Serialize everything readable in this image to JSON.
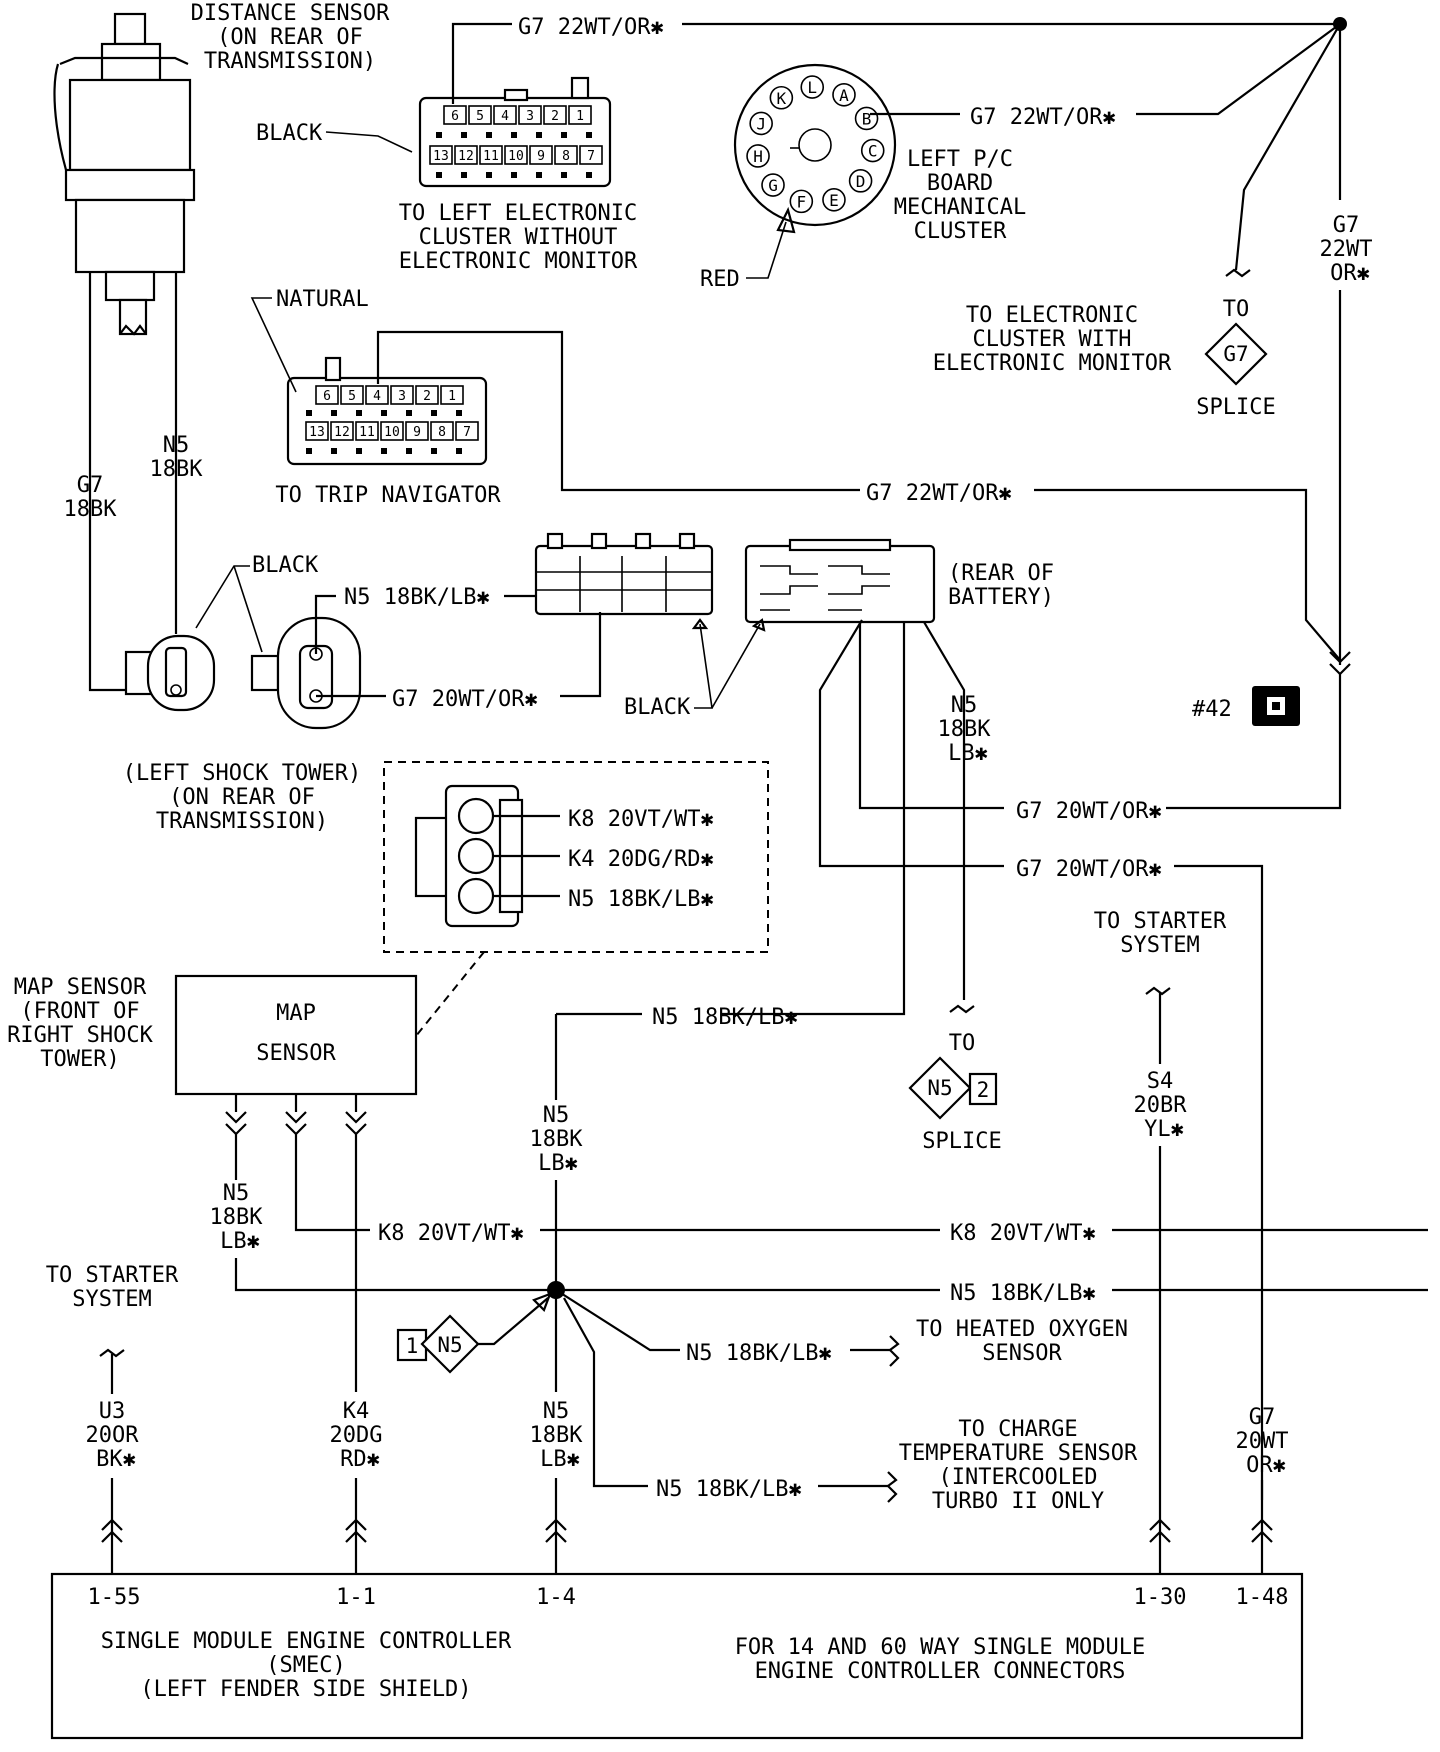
{
  "distance_sensor": {
    "line1": "DISTANCE SENSOR",
    "line2": "(ON REAR OF",
    "line3": "TRANSMISSION)"
  },
  "wire_g7_22wtor": "G7 22WT/OR✱",
  "black_label": "BLACK",
  "left_cluster": {
    "line1": "TO LEFT ELECTRONIC",
    "line2": "CLUSTER WITHOUT",
    "line3": "ELECTRONIC MONITOR"
  },
  "connector13_top_pins": [
    "6",
    "5",
    "4",
    "3",
    "2",
    "1"
  ],
  "connector13_bottom_pins": [
    "13",
    "12",
    "11",
    "10",
    "9",
    "8",
    "7"
  ],
  "round_pins": [
    "A",
    "B",
    "C",
    "D",
    "E",
    "F",
    "G",
    "H",
    "J",
    "K",
    "L"
  ],
  "pc_board": {
    "line1": "LEFT P/C",
    "line2": "BOARD",
    "line3": "MECHANICAL",
    "line4": "CLUSTER"
  },
  "red_label": "RED",
  "natural_label": "NATURAL",
  "trip_navigator": "TO TRIP NAVIGATOR",
  "electronic_cluster": {
    "line1": "TO ELECTRONIC",
    "line2": "CLUSTER WITH",
    "line3": "ELECTRONIC MONITOR"
  },
  "to_label": "TO",
  "splice_label": "SPLICE",
  "g7_badge": "G7",
  "n5_badge": "N5",
  "badge_num_2": "2",
  "badge_num_1": "1",
  "g7_vertical": {
    "line1": "G7",
    "line2": "22WT",
    "line3": "OR✱"
  },
  "n5_18bk_vert": {
    "line1": "N5",
    "line2": "18BK"
  },
  "g7_18bk_vert": {
    "line1": "G7",
    "line2": "18BK"
  },
  "n5_18bklb_vert": {
    "line1": "N5",
    "line2": "18BK",
    "line3": "LB✱"
  },
  "wire_n5_18bklb": "N5 18BK/LB✱",
  "wire_g7_20wtor": "G7 20WT/OR✱",
  "wire_k8_20vtwt": "K8 20VT/WT✱",
  "wire_k4_20dgrd": "K4 20DG/RD✱",
  "rear_of_battery": {
    "line1": "(REAR OF",
    "line2": "BATTERY)"
  },
  "badge_42": "#42",
  "left_shock_tower": {
    "line1": "(LEFT SHOCK TOWER)",
    "line2": "(ON REAR OF",
    "line3": "TRANSMISSION)"
  },
  "map_sensor_label": {
    "line1": "MAP SENSOR",
    "line2": "(FRONT OF",
    "line3": "RIGHT SHOCK",
    "line4": "TOWER)"
  },
  "map_sensor_box": {
    "line1": "MAP",
    "line2": "SENSOR"
  },
  "to_starter_system": {
    "line1": "TO STARTER",
    "line2": "SYSTEM"
  },
  "s4_vert": {
    "line1": "S4",
    "line2": "20BR",
    "line3": "YL✱"
  },
  "to_heated_oxygen": {
    "line1": "TO HEATED OXYGEN",
    "line2": "SENSOR"
  },
  "to_charge_temp": {
    "line1": "TO CHARGE",
    "line2": "TEMPERATURE SENSOR",
    "line3": "(INTERCOOLED",
    "line4": "TURBO II ONLY"
  },
  "u3_vert": {
    "line1": "U3",
    "line2": "20OR",
    "line3": "BK✱"
  },
  "k4_vert": {
    "line1": "K4",
    "line2": "20DG",
    "line3": "RD✱"
  },
  "g7_20wtor_vert": {
    "line1": "G7",
    "line2": "20WT",
    "line3": "OR✱"
  },
  "smec_pins": {
    "p155": "1-55",
    "p11": "1-1",
    "p14": "1-4",
    "p130": "1-30",
    "p148": "1-48"
  },
  "smec": {
    "line1": "SINGLE MODULE ENGINE CONTROLLER",
    "line2": "(SMEC)",
    "line3": "(LEFT FENDER SIDE SHIELD)"
  },
  "smec_connectors": {
    "line1": "FOR 14 AND 60 WAY SINGLE MODULE",
    "line2": "ENGINE CONTROLLER CONNECTORS"
  }
}
